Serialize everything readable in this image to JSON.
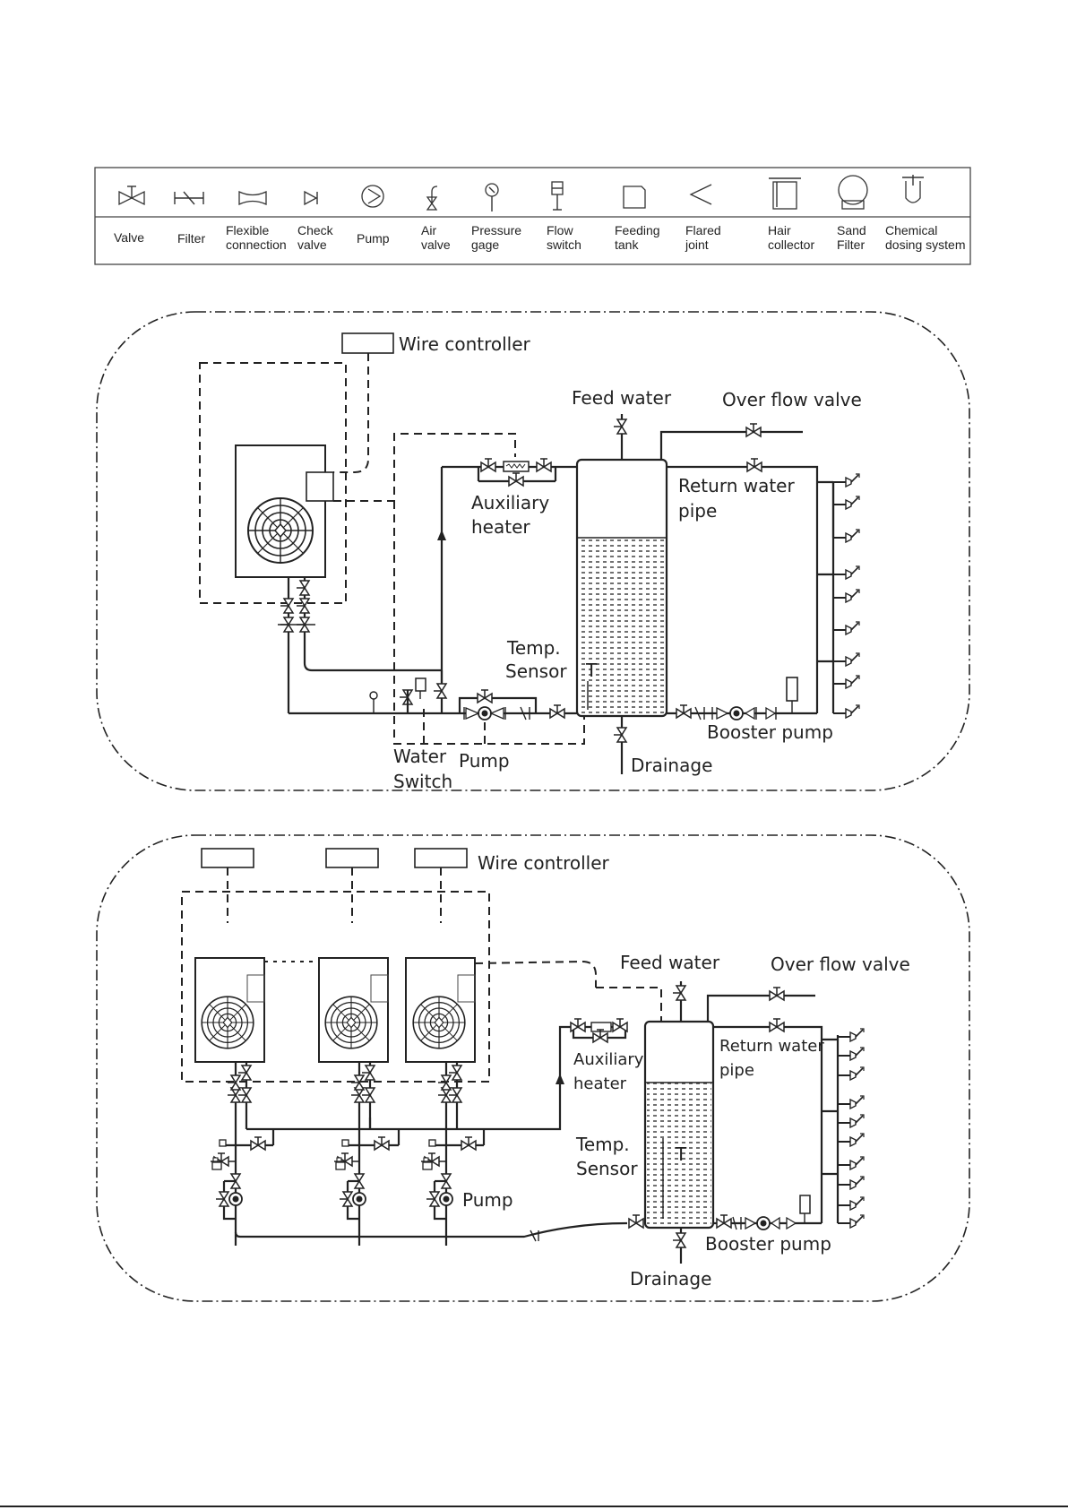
{
  "legend": {
    "items": [
      {
        "label": "Valve",
        "icon": "valve-icon"
      },
      {
        "label": "Filter",
        "icon": "filter-icon"
      },
      {
        "label": "Flexible\nconnection",
        "icon": "flexible-connection-icon"
      },
      {
        "label": "Check\nvalve",
        "icon": "check-valve-icon"
      },
      {
        "label": "Pump",
        "icon": "pump-icon"
      },
      {
        "label": "Air\nvalve",
        "icon": "air-valve-icon"
      },
      {
        "label": "Pressure\ngage",
        "icon": "pressure-gage-icon"
      },
      {
        "label": "Flow\nswitch",
        "icon": "flow-switch-icon"
      },
      {
        "label": "Feeding\ntank",
        "icon": "feeding-tank-icon"
      },
      {
        "label": "Flared\njoint",
        "icon": "flared-joint-icon"
      },
      {
        "label": "Hair\ncollector",
        "icon": "hair-collector-icon"
      },
      {
        "label": "Sand\nFilter",
        "icon": "sand-filter-icon"
      },
      {
        "label": "Chemical\ndosing system",
        "icon": "chemical-dosing-icon"
      }
    ]
  },
  "diagram1": {
    "wire_controller": "Wire controller",
    "feed_water": "Feed water",
    "overflow_valve": "Over flow valve",
    "return_water_1": "Return water",
    "return_water_2": "pipe",
    "aux_heater_1": "Auxiliary",
    "aux_heater_2": "heater",
    "temp_sensor_1": "Temp.",
    "temp_sensor_2": "Sensor",
    "t_mark": "T",
    "water_switch_1": "Water",
    "water_switch_2": "Switch",
    "pump": "Pump",
    "booster_pump": "Booster pump",
    "drainage": "Drainage"
  },
  "diagram2": {
    "wire_controller": "Wire controller",
    "feed_water": "Feed water",
    "overflow_valve": "Over flow valve",
    "return_water_1": "Return water",
    "return_water_2": "pipe",
    "aux_heater_1": "Auxiliary",
    "aux_heater_2": "heater",
    "temp_sensor_1": "Temp.",
    "temp_sensor_2": "Sensor",
    "t_mark": "T",
    "pump": "Pump",
    "booster_pump": "Booster pump",
    "drainage": "Drainage"
  }
}
